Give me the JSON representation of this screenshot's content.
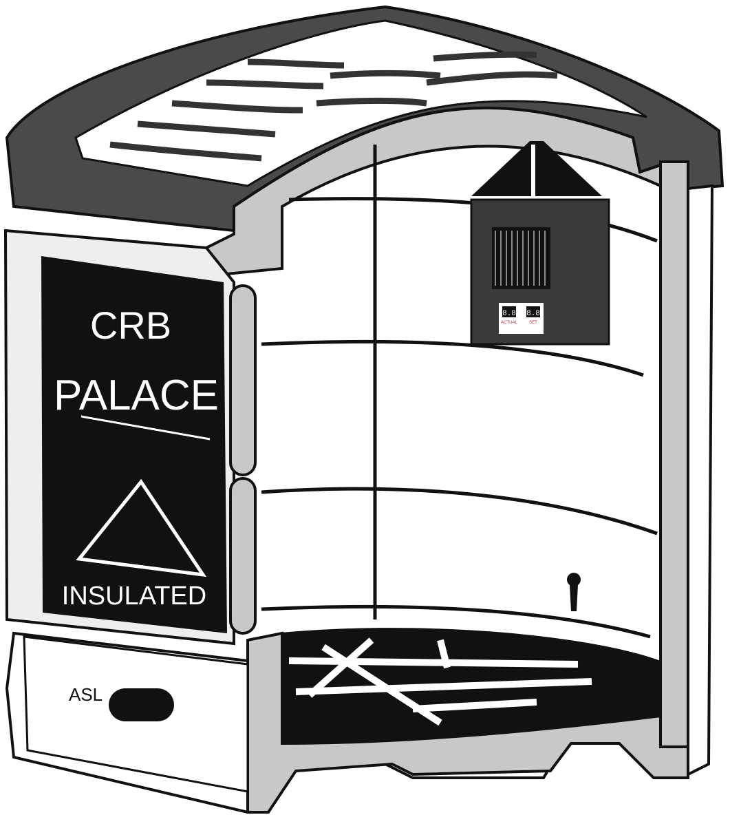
{
  "sign": {
    "title_line1": "CRB",
    "title_line2": "PALACE",
    "badge": "INSULATED"
  },
  "base_label": "ASL",
  "heater": {
    "display_actual": "8.8",
    "display_set": "8.8",
    "label_actual": "ACTUAL",
    "label_set": "SET"
  },
  "colors": {
    "dark": "#4a4a4a",
    "light": "#c8c8c8",
    "black": "#111111"
  }
}
